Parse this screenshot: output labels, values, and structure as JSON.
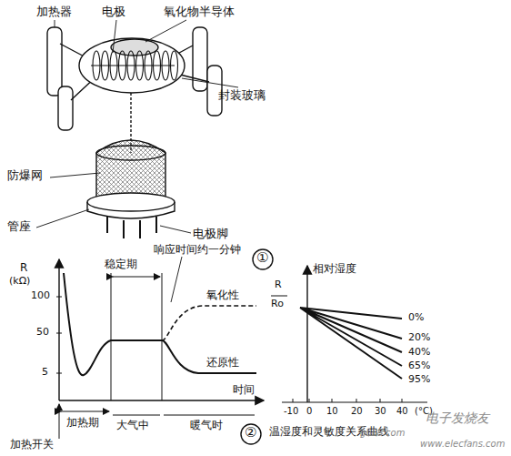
{
  "diagram": {
    "title": "",
    "labels": [
      "加热器",
      "电极",
      "氧化物半导体",
      "防爆网",
      "封装玻璃",
      "管座",
      "电极脚",
      "①",
      "R",
      "(kΩ)",
      "响应时间约一分钟",
      "稳定期",
      "100",
      "50",
      "5",
      "氧化性",
      "还原性",
      "时间",
      "加热期",
      "大气中",
      "暖气时",
      "加热开关",
      "②",
      "R",
      "Ro",
      "相对湿度",
      "0%",
      "20%",
      "40%",
      "65%",
      "95%",
      "-10",
      "0",
      "10",
      "20",
      "30",
      "40",
      "(°C)",
      "温湿度和灵敏度关系曲线",
      "gbk8.com",
      "电子发烧友",
      "www.elecfans.com"
    ]
  }
}
